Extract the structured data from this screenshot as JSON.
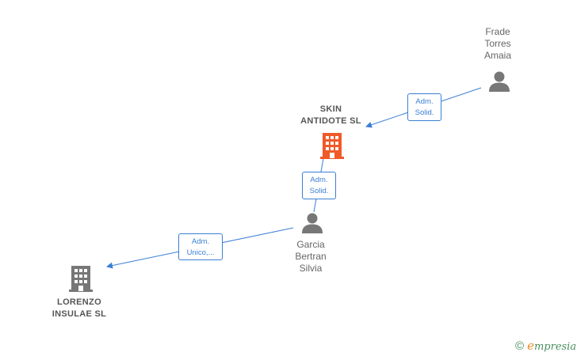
{
  "nodes": {
    "frade": {
      "lines": [
        "Frade",
        "Torres",
        "Amaia"
      ]
    },
    "skin": {
      "lines": [
        "SKIN",
        "ANTIDOTE  SL"
      ]
    },
    "garcia": {
      "lines": [
        "Garcia",
        "Bertran",
        "Silvia"
      ]
    },
    "lorenzo": {
      "lines": [
        "LORENZO",
        "INSULAE  SL"
      ]
    }
  },
  "edges": {
    "frade_skin": {
      "lines": [
        "Adm.",
        "Solid."
      ]
    },
    "garcia_skin": {
      "lines": [
        "Adm.",
        "Solid."
      ]
    },
    "garcia_lorenzo": {
      "lines": [
        "Adm.",
        "Unico,..."
      ]
    }
  },
  "brand": {
    "copyright": "©",
    "initial": "e",
    "rest": "mpresia"
  },
  "colors": {
    "edge": "#3a7fd5",
    "person_icon": "#777777",
    "company_active": "#f05a28",
    "company_inactive": "#777777"
  }
}
